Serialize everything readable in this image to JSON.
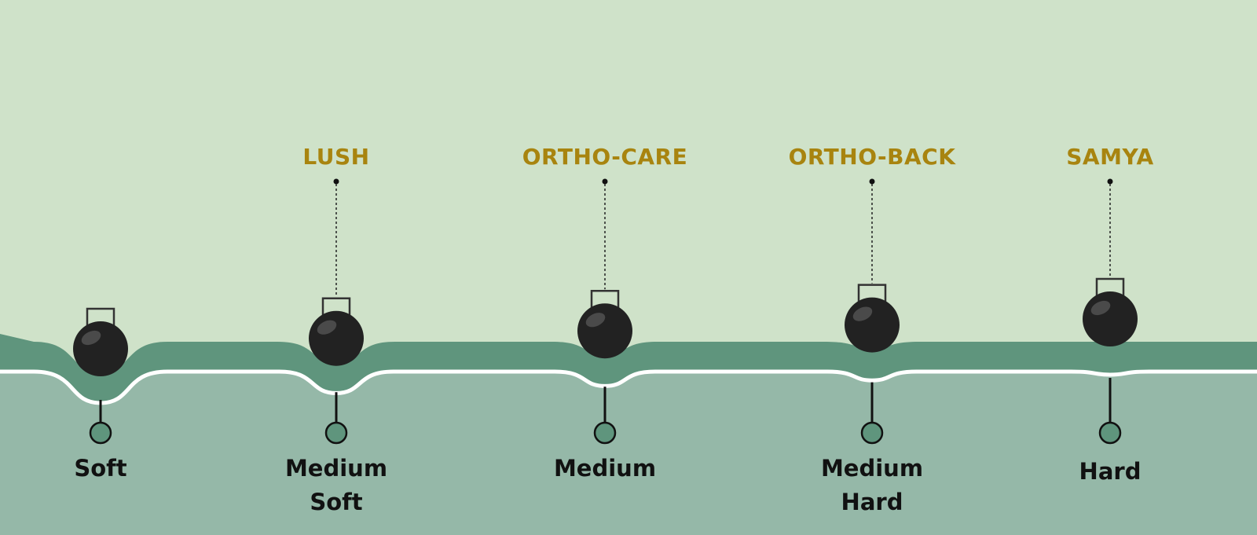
{
  "colors": {
    "background_top": "#cfe2c9",
    "background_bottom": "#95b8a8",
    "mattress_top": "#5f957d",
    "surface_line": "#ffffff",
    "brand_text": "#a8840f",
    "firmness_text": "#111111",
    "weight_ball": "#222222",
    "marker_dot": "#5f957d"
  },
  "stations": [
    {
      "product": "",
      "firmness": [
        "Soft"
      ],
      "sink": 1.0
    },
    {
      "product": "LUSH",
      "firmness": [
        "Medium",
        "Soft"
      ],
      "sink": 0.65
    },
    {
      "product": "ORTHO-CARE",
      "firmness": [
        "Medium"
      ],
      "sink": 0.4
    },
    {
      "product": "ORTHO-BACK",
      "firmness": [
        "Medium",
        "Hard"
      ],
      "sink": 0.2
    },
    {
      "product": "SAMYA",
      "firmness": [
        "Hard"
      ],
      "sink": 0.0
    }
  ],
  "icons": {
    "weight": "kettlebell-weight-icon",
    "marker": "circle-marker-icon",
    "pin": "pin-dot-icon"
  }
}
